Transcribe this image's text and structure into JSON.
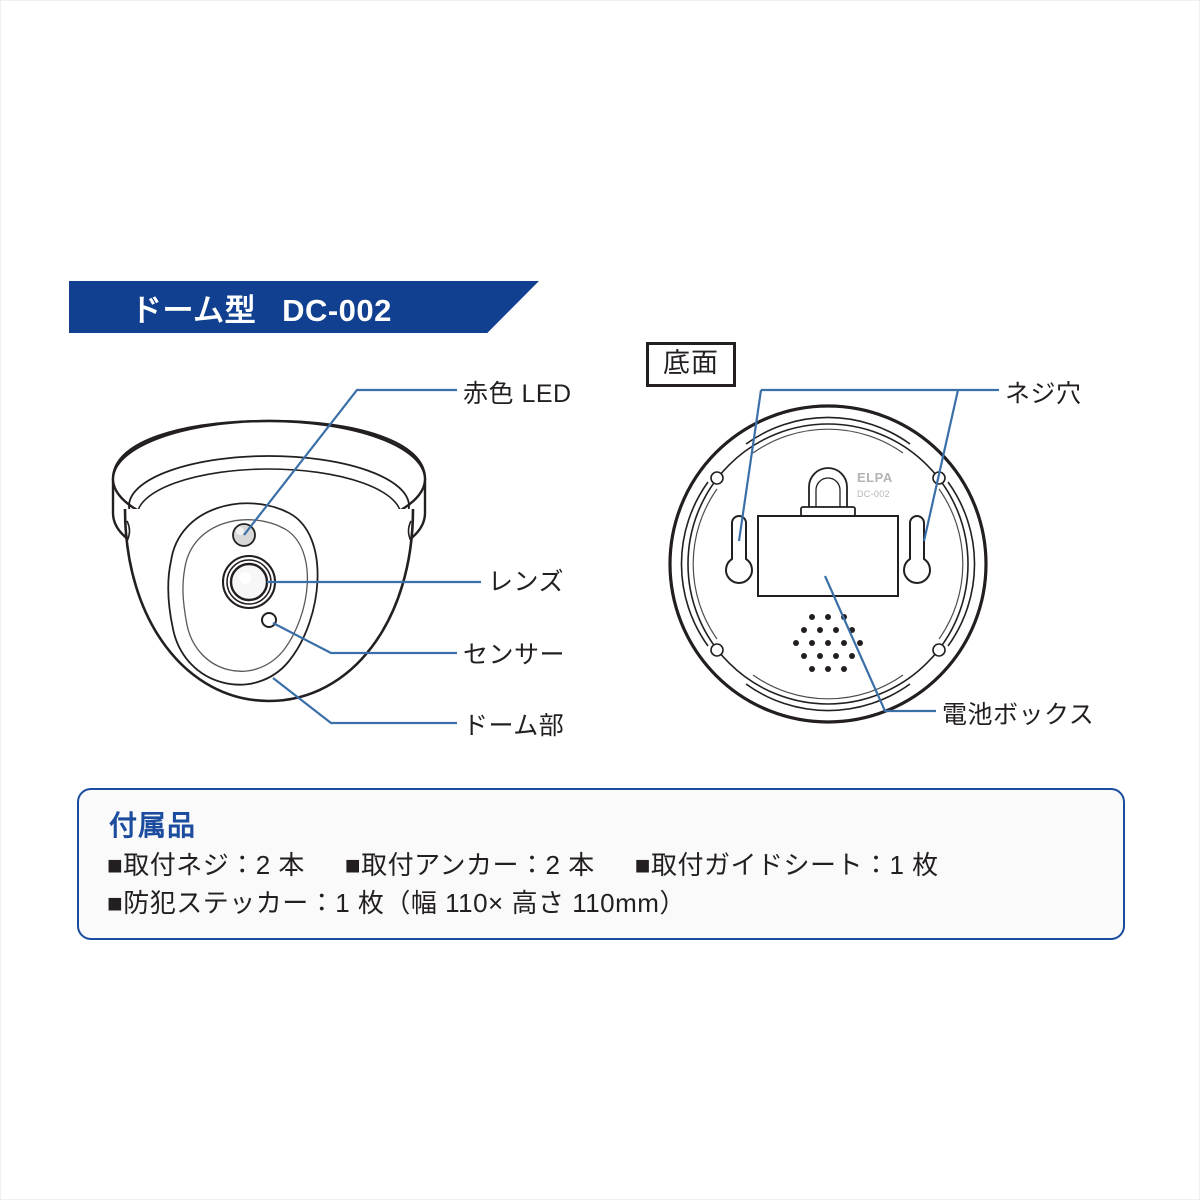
{
  "header": {
    "product_type": "ドーム型",
    "model": "DC-002",
    "banner_color": "#10408F"
  },
  "views": {
    "bottom_view_caption": "底面",
    "device_marking_brand": "ELPA",
    "device_marking_model": "DC-002"
  },
  "callouts": {
    "led": "赤色 LED",
    "lens": "レンズ",
    "sensor": "センサー",
    "dome": "ドーム部",
    "screw_hole": "ネジ穴",
    "battery_box": "電池ボックス",
    "leader_color": "#3A6FA8"
  },
  "accessories": {
    "title": "付属品",
    "bullet": "■",
    "rows": [
      [
        "■取付ネジ：2 本",
        "■取付アンカー：2 本",
        "■取付ガイドシート：1 枚"
      ],
      [
        "■防犯ステッカー：1 枚（幅 110× 高さ 110mm）"
      ]
    ],
    "border_color": "#1B4C9E",
    "title_color": "#1B4C9E"
  }
}
